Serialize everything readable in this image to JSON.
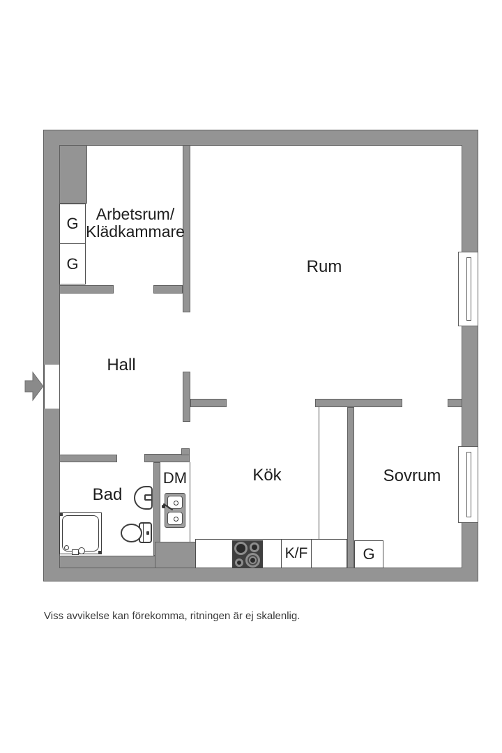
{
  "plan": {
    "rooms": {
      "arbetsrum": {
        "line1": "Arbetsrum/",
        "line2": "Klädkammare"
      },
      "rum": {
        "label": "Rum"
      },
      "hall": {
        "label": "Hall"
      },
      "bad": {
        "label": "Bad"
      },
      "kok": {
        "label": "Kök"
      },
      "sovrum": {
        "label": "Sovrum"
      }
    },
    "fixtures": {
      "dishwasher_label": "DM",
      "fridge_freezer_label": "K/F",
      "wardrobes": [
        {
          "label": "G"
        },
        {
          "label": "G"
        },
        {
          "label": "G"
        }
      ]
    },
    "icons": {
      "entrance_arrow": "right-arrow"
    },
    "colors": {
      "wall_fill": "#949494",
      "wall_outline": "#606060",
      "fixture_line": "#3d3d3d",
      "stove_body": "#3f3f3f",
      "burner_ring": "#8d8d8d",
      "text": "#1d1d1d"
    },
    "disclaimer": "Viss avvikelse kan förekomma, ritningen är ej skalenlig."
  }
}
